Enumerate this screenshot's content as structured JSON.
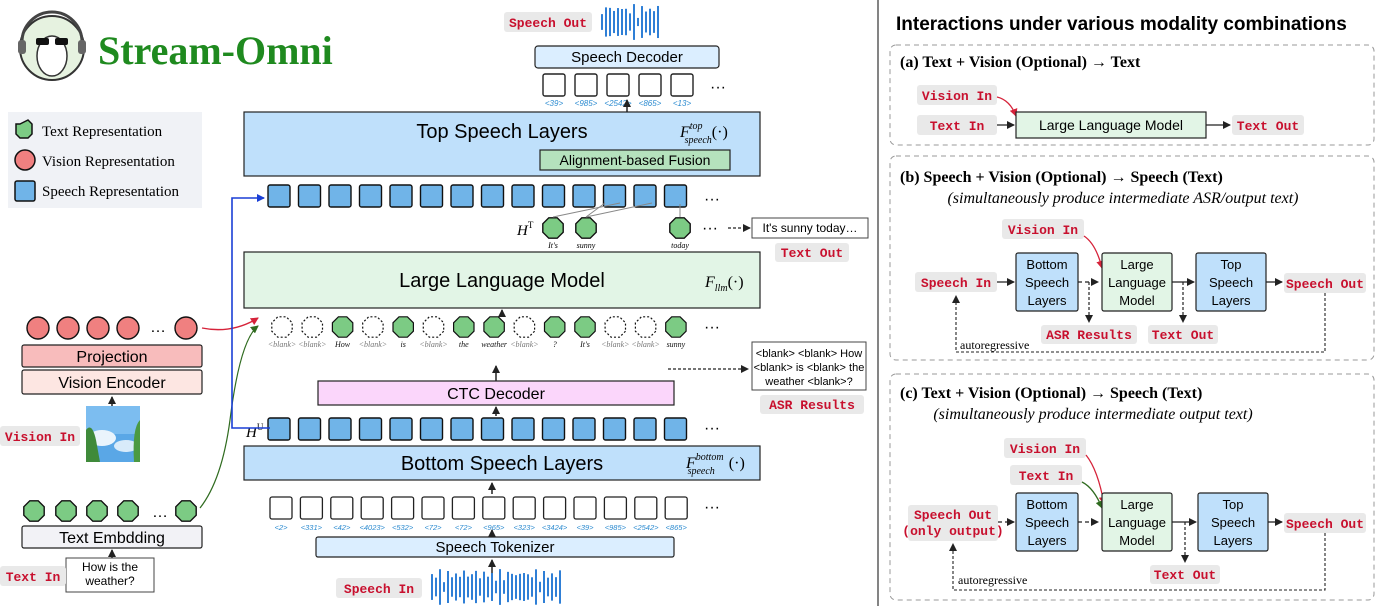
{
  "left": {
    "title": "Stream-Omni",
    "legend": [
      {
        "label": "Text Representation",
        "shape": "octagon",
        "color": "#7ccb84"
      },
      {
        "label": "Vision Representation",
        "shape": "circle",
        "color": "#f08080"
      },
      {
        "label": "Speech Representation",
        "shape": "square",
        "color": "#70b4e8"
      }
    ],
    "speech_out_tag": "Speech Out",
    "speech_decoder": "Speech Decoder",
    "decoder_tokens": [
      "<39>",
      "<985>",
      "<2542>",
      "<865>",
      "<13>"
    ],
    "top_layers": "Top Speech Layers",
    "top_formula": {
      "F": "F",
      "sup": "top",
      "sub": "speech",
      "arg": "(·)"
    },
    "alignment_fusion": "Alignment-based Fusion",
    "ht_label": {
      "H": "H",
      "sup": "T"
    },
    "ht_words": [
      "It's",
      "sunny",
      "today"
    ],
    "text_out_box": "It's sunny today…",
    "text_out_tag": "Text Out",
    "llm": "Large Language Model",
    "llm_formula": {
      "F": "F",
      "sub": "llm",
      "arg": "(·)"
    },
    "blank_tokens": [
      "<blank>",
      "<blank>",
      "How",
      "<blank>",
      "is",
      "<blank>",
      "the",
      "weather",
      "<blank>",
      "?",
      "It's",
      "<blank>",
      "<blank>",
      "sunny"
    ],
    "asr_box": "<blank> <blank> How <blank> is <blank> the weather <blank>?",
    "asr_tag": "ASR Results",
    "ctc": "CTC Decoder",
    "hu_label": {
      "H": "H",
      "sup": "U"
    },
    "bottom_layers": "Bottom Speech Layers",
    "bottom_formula": {
      "F": "F",
      "sup": "bottom",
      "sub": "speech",
      "arg": "(·)"
    },
    "speech_tokens": [
      "<2>",
      "<331>",
      "<42>",
      "<4023>",
      "<532>",
      "<72>",
      "<72>",
      "<965>",
      "<323>",
      "<3424>",
      "<39>",
      "<985>",
      "<2542>",
      "<865>"
    ],
    "speech_tokenizer": "Speech Tokenizer",
    "speech_in_tag": "Speech In",
    "projection": "Projection",
    "vision_encoder": "Vision Encoder",
    "vision_in_tag": "Vision In",
    "text_embedding": "Text Embdding",
    "text_in_tag": "Text In",
    "text_in_box": [
      "How is the",
      "weather?"
    ],
    "ellipsis": "…",
    "dots": "···"
  },
  "right": {
    "title": "Interactions under various modality combinations",
    "panel_a": {
      "heading": "(a) Text + Vision (Optional) → Text",
      "vision_in": "Vision In",
      "text_in": "Text In",
      "llm": "Large Language Model",
      "text_out": "Text Out"
    },
    "panel_b": {
      "heading": "(b)  Speech + Vision (Optional) → Speech (Text)",
      "subheading": "(simultaneously produce intermediate ASR/output text)",
      "vision_in": "Vision In",
      "speech_in": "Speech In",
      "bottom": [
        "Bottom",
        "Speech",
        "Layers"
      ],
      "llm": [
        "Large",
        "Language",
        "Model"
      ],
      "top": [
        "Top",
        "Speech",
        "Layers"
      ],
      "speech_out": "Speech Out",
      "asr": "ASR Results",
      "text_out": "Text Out",
      "autoregressive": "autoregressive"
    },
    "panel_c": {
      "heading": "(c) Text + Vision (Optional) → Speech  (Text)",
      "subheading": "(simultaneously produce intermediate output text)",
      "vision_in": "Vision In",
      "text_in": "Text In",
      "speech_out_left": [
        "Speech Out",
        "(only output)"
      ],
      "bottom": [
        "Bottom",
        "Speech",
        "Layers"
      ],
      "llm": [
        "Large",
        "Language",
        "Model"
      ],
      "top": [
        "Top",
        "Speech",
        "Layers"
      ],
      "speech_out": "Speech Out",
      "text_out": "Text Out",
      "autoregressive": "autoregressive"
    }
  }
}
